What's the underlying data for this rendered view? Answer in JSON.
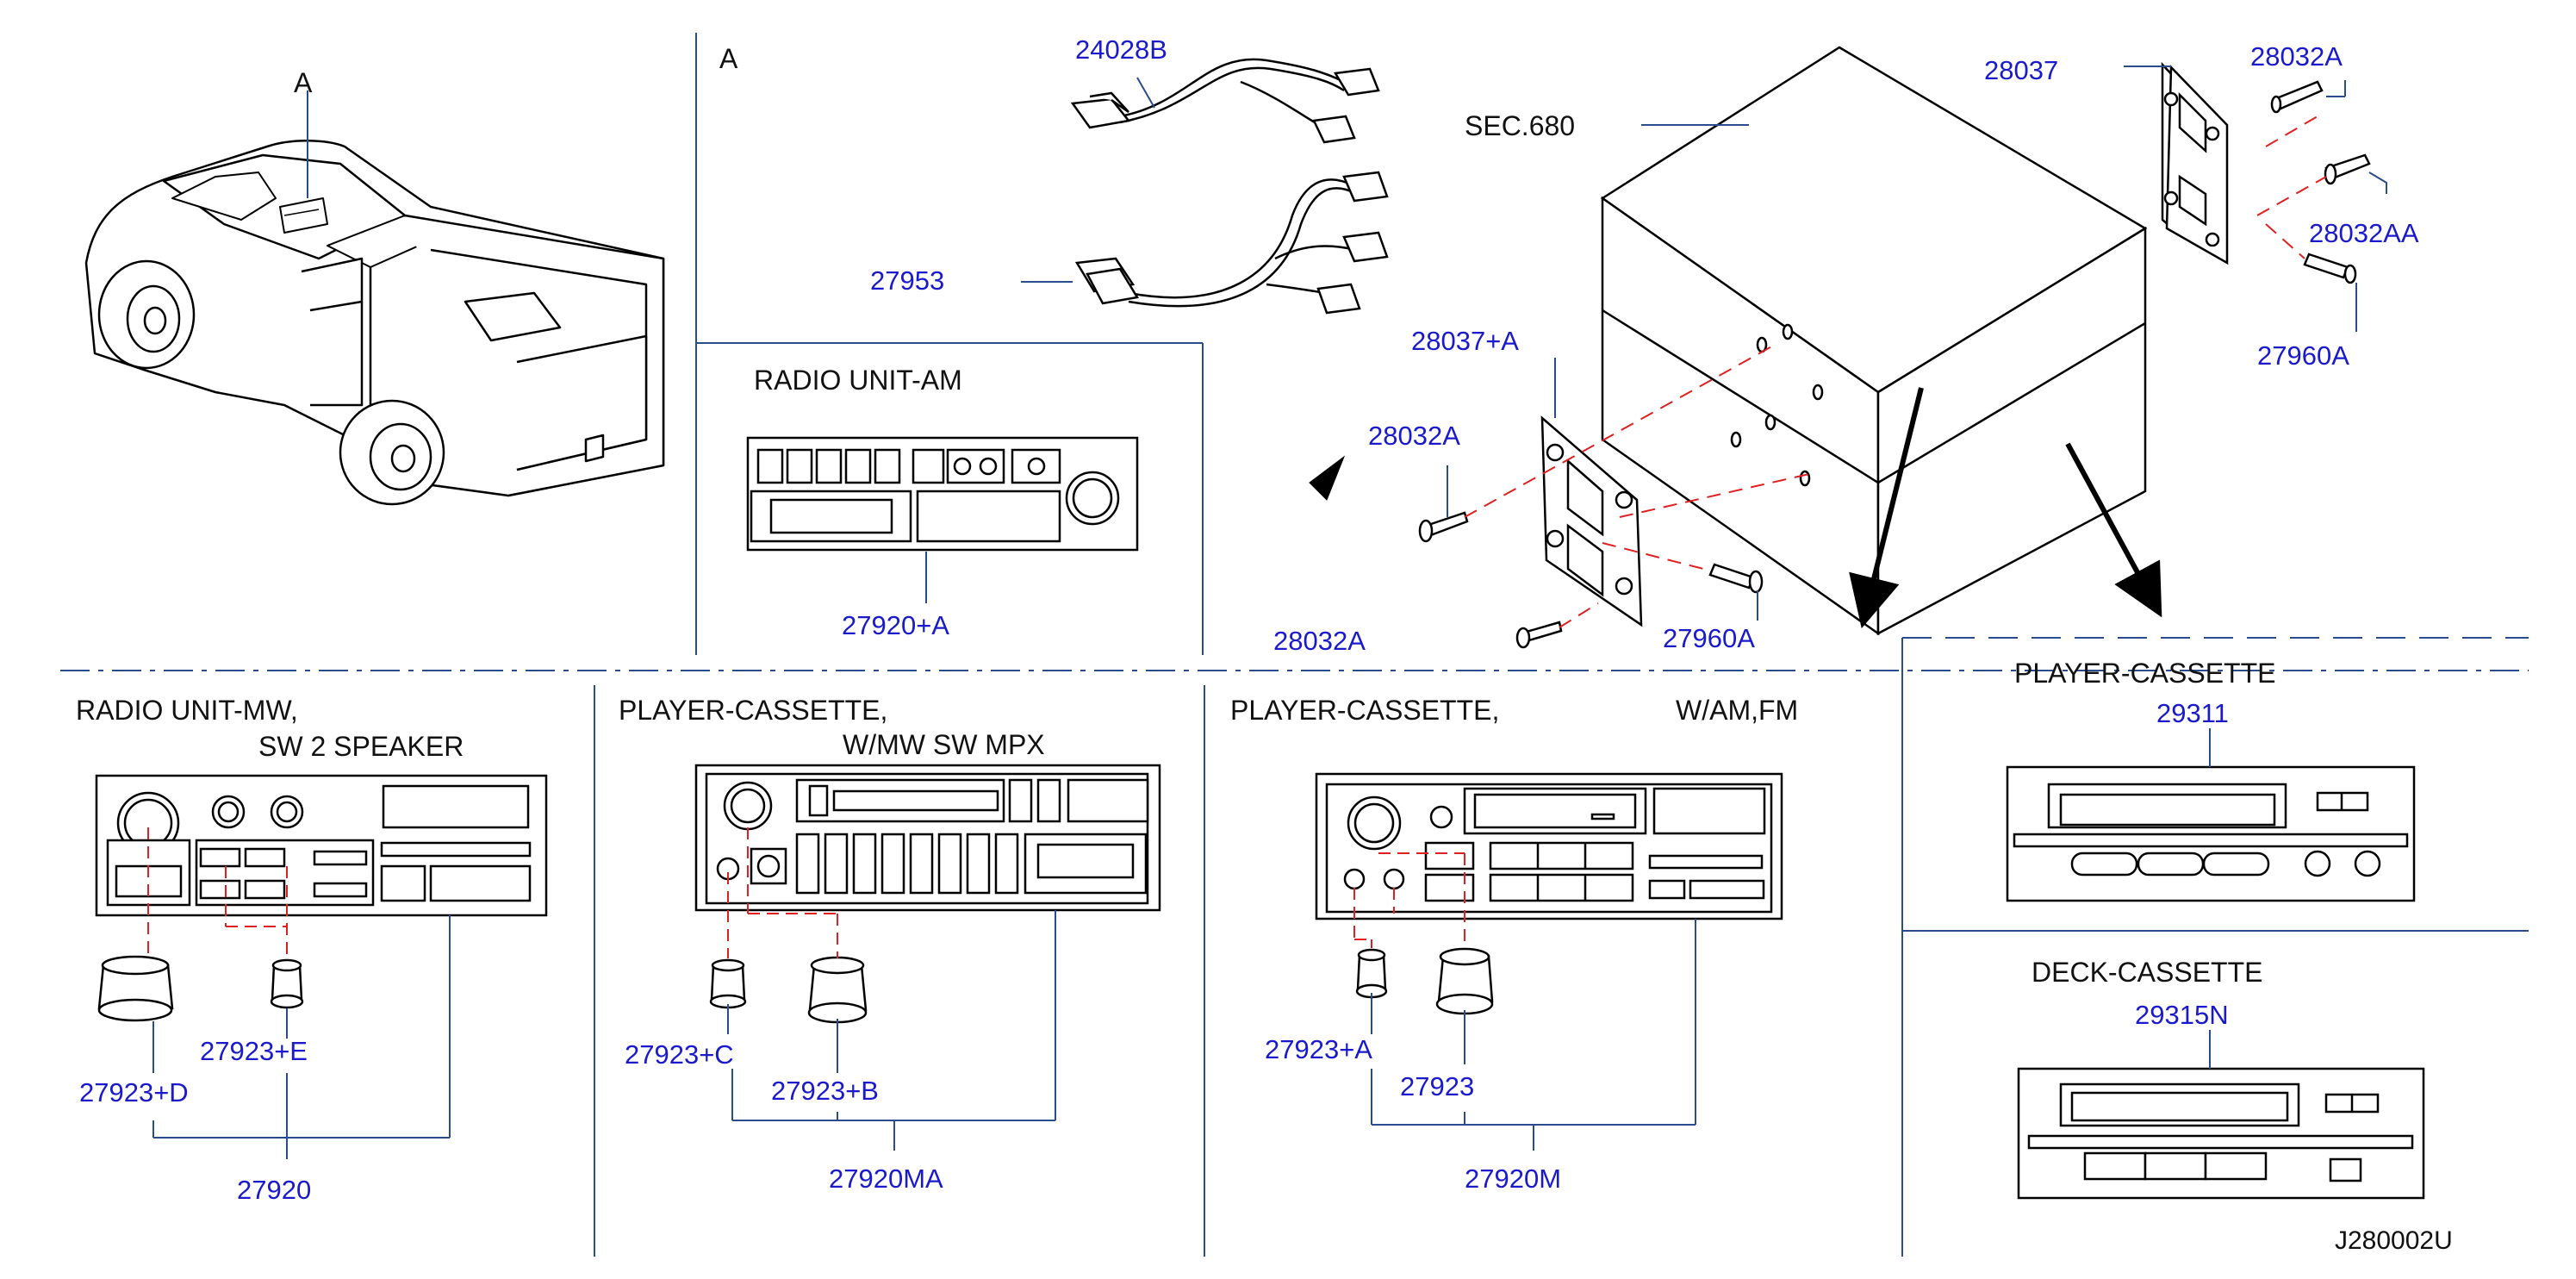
{
  "colors": {
    "part_number": "#1a1acc",
    "lines": "#2b4c8c",
    "drawing": "#111111",
    "leader_dashed": "#e02020"
  },
  "truck": {
    "view_marker": "A"
  },
  "section_a": {
    "view_label": "A",
    "harness_parts": [
      "24028B",
      "27953"
    ],
    "radio_am": {
      "title": "RADIO   UNIT-AM",
      "part": "27920+A"
    }
  },
  "mounting": {
    "section_ref": "SEC.680",
    "parts": {
      "bracket_rear": "28037",
      "screw_top": "28032A",
      "screw_mid": "28032AA",
      "screw_bottom": "27960A",
      "bracket_front": "28037+A",
      "screw_left": "28032A",
      "screw_lower_left": "28032A",
      "screw_lower_right": "27960A"
    }
  },
  "radio_mw": {
    "title_line1": "RADIO   UNIT-MW,",
    "title_line2": "SW   2   SPEAKER",
    "knob_small": "27923+E",
    "knob_large": "27923+D",
    "assembly": "27920"
  },
  "cassette_mpx": {
    "title_line1": "PLAYER-CASSETTE,",
    "title_line2": "W/MW   SW   MPX",
    "knob_small": "27923+C",
    "knob_large": "27923+B",
    "assembly": "27920MA"
  },
  "cassette_amfm": {
    "title_line1": "PLAYER-CASSETTE,",
    "title_line2": "W/AM,FM",
    "knob_small": "27923+A",
    "knob_large": "27923",
    "assembly": "27920M"
  },
  "player_cassette": {
    "title": "PLAYER-CASSETTE",
    "part": "29311"
  },
  "deck_cassette": {
    "title": "DECK-CASSETTE",
    "part": "29315N"
  },
  "drawing_number": "J280002U"
}
